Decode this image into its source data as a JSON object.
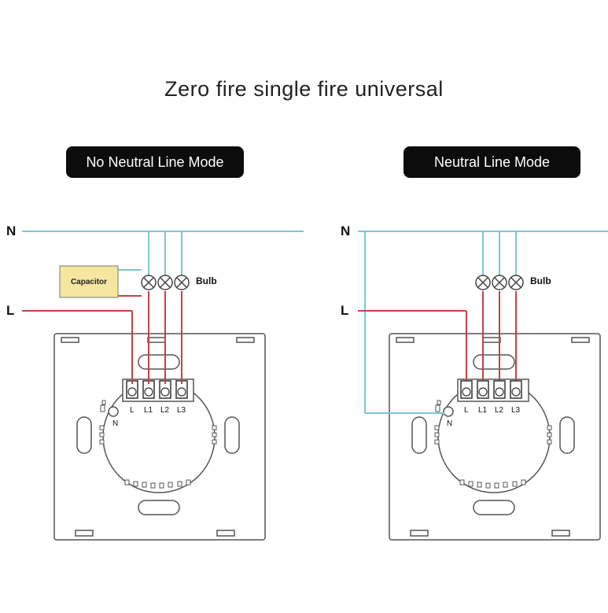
{
  "title": "Zero fire single fire universal",
  "modes": {
    "left": "No Neutral Line Mode",
    "right": "Neutral Line Mode"
  },
  "lines": {
    "neutral": "N",
    "live": "L"
  },
  "capacitor": "Capacitor",
  "bulb": "Bulb",
  "terminals": [
    "L",
    "L1",
    "L2",
    "L3"
  ],
  "neutral_terminal": "N",
  "colors": {
    "neutral_wire": "#7cc6d6",
    "live_wire": "#c0444a",
    "capacitor_fill": "#f6e7a0",
    "pill_bg": "#0c0c0c"
  }
}
